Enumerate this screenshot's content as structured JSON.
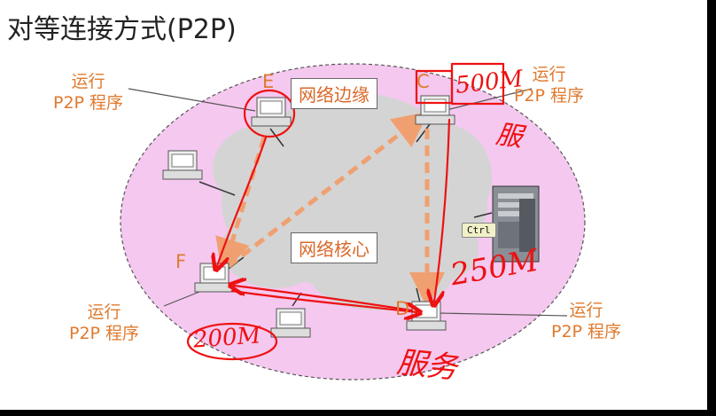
{
  "slide": {
    "title": "对等连接方式(P2P)"
  },
  "labels": {
    "edge": "网络边缘",
    "core": "网络核心",
    "run_p2p_line1": "运行",
    "run_p2p_line2": "P2P 程序",
    "ctrl_badge": "Ctrl"
  },
  "nodes": {
    "E": "E",
    "C": "C",
    "F": "F",
    "D": "D"
  },
  "annotations": {
    "note_500m": "500M",
    "note_c_fu": "服",
    "note_250m": "250M",
    "note_200m": "200M",
    "note_d_fuwu": "服务"
  },
  "colors": {
    "pink_cloud": "#f5c8f0",
    "gray_cloud": "#d4d4d4",
    "orange": "#e07a2e",
    "dashed_arrow": "#f0a070",
    "red_ink": "#ee1111"
  }
}
